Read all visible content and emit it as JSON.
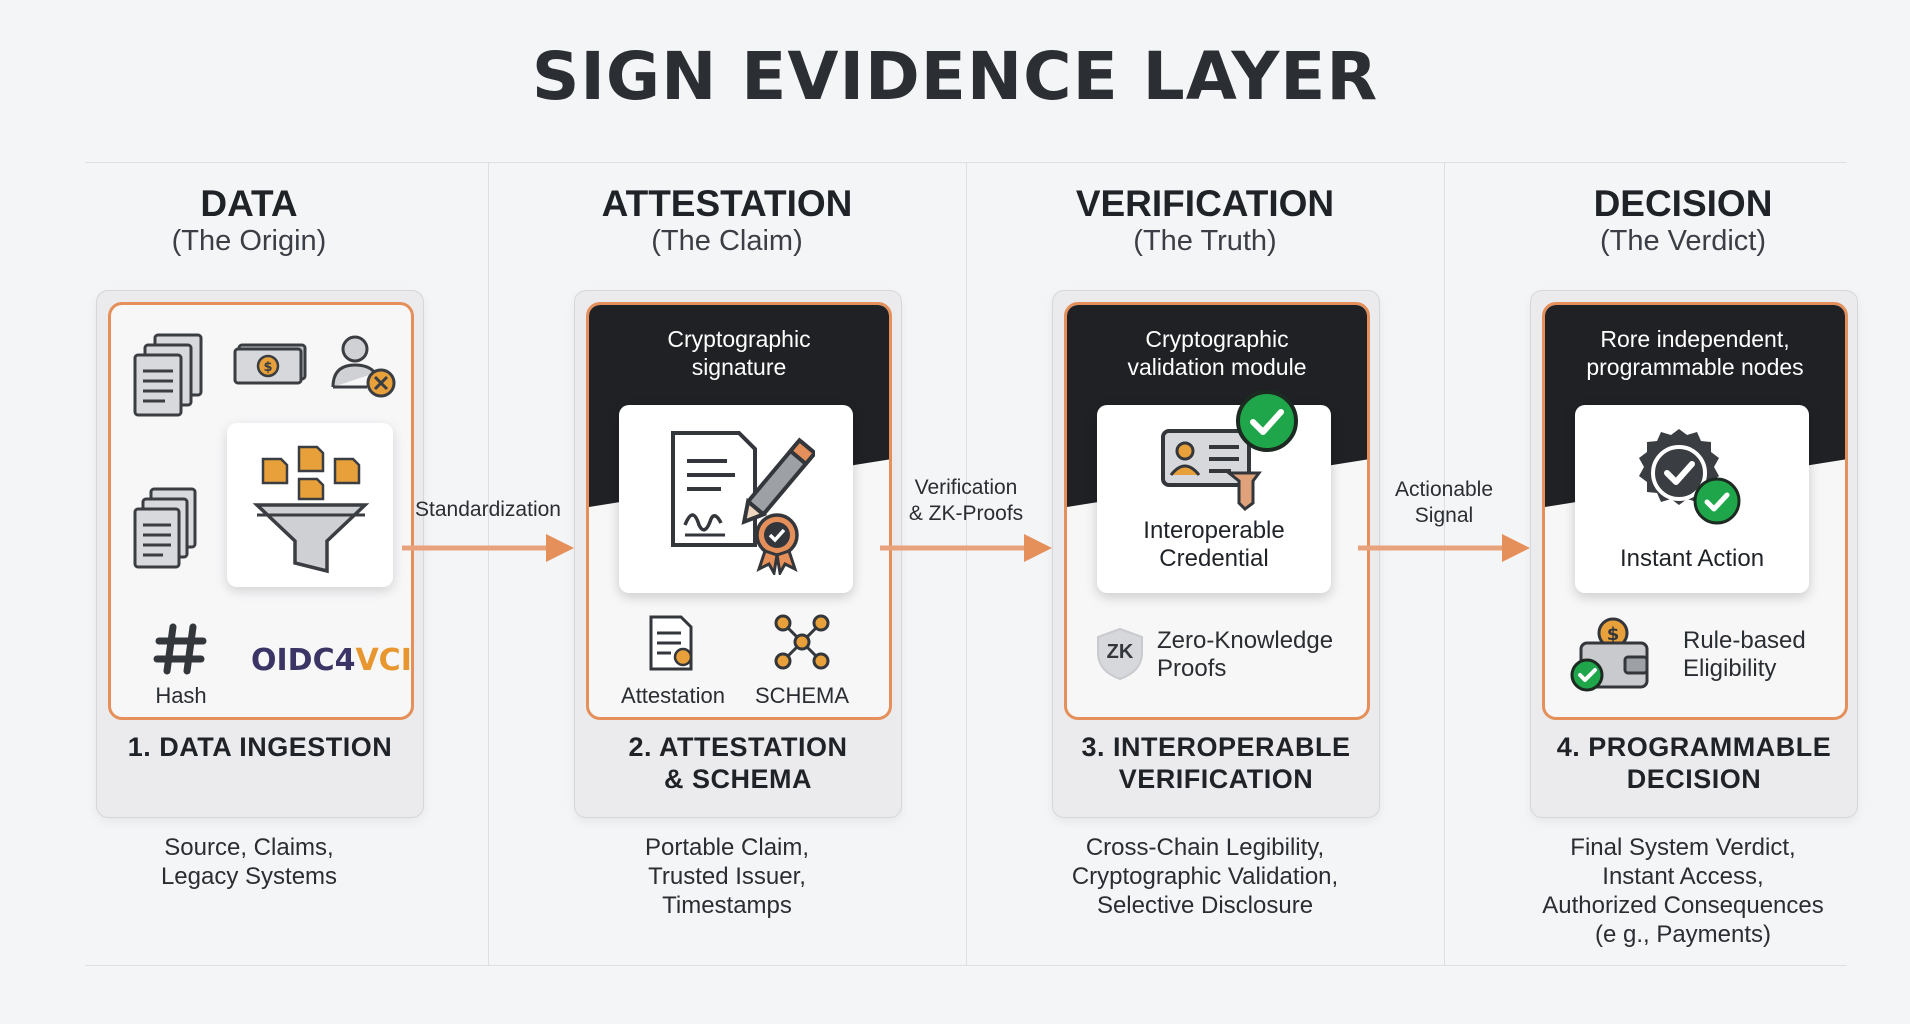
{
  "title": "SIGN EVIDENCE LAYER",
  "columns": [
    {
      "title": "DATA",
      "subtitle": "(The Origin)",
      "label_line1": "1. DATA INGESTION",
      "desc": [
        "Source, Claims,",
        "Legacy Systems"
      ],
      "items": {
        "hash": "Hash",
        "oidc_prefix": "OIDC4",
        "oidc_suffix": "VCI"
      }
    },
    {
      "title": "ATTESTATION",
      "subtitle": "(The Claim)",
      "header": [
        "Cryptographic",
        "signature"
      ],
      "label_line1": "2. ATTESTATION",
      "label_line2": "& SCHEMA",
      "desc": [
        "Portable Claim,",
        "Trusted Issuer,",
        "Timestamps"
      ],
      "items": {
        "attestation": "Attestation",
        "schema": "SCHEMA"
      }
    },
    {
      "title": "VERIFICATION",
      "subtitle": "(The Truth)",
      "header": [
        "Cryptographic",
        "validation module"
      ],
      "box_text": [
        "Interoperable",
        "Credential"
      ],
      "label_line1": "3. INTEROPERABLE",
      "label_line2": "VERIFICATION",
      "desc": [
        "Cross-Chain Legibility,",
        "Cryptographic Validation,",
        "Selective Disclosure"
      ],
      "items": {
        "zk_badge": "ZK",
        "zk_text": [
          "Zero-Knowledge",
          "Proofs"
        ]
      }
    },
    {
      "title": "DECISION",
      "subtitle": "(The Verdict)",
      "header": [
        "Rore independent,",
        "programmable nodes"
      ],
      "box_text": [
        "Instant Action"
      ],
      "label_line1": "4. PROGRAMMABLE",
      "label_line2": "DECISION",
      "desc": [
        "Final System Verdict,",
        "Instant Access,",
        "Authorized Consequences",
        "(e g., Payments)"
      ],
      "items": {
        "rule": [
          "Rule-based",
          "Eligibility"
        ]
      }
    }
  ],
  "arrows": [
    {
      "label": [
        "Standardization"
      ]
    },
    {
      "label": [
        "Verification",
        "& ZK-Proofs"
      ]
    },
    {
      "label": [
        "Actionable",
        "Signal"
      ]
    }
  ],
  "colors": {
    "accent": "#e58f5a",
    "dark": "#1f2124",
    "green": "#1fa64a",
    "oidc_dark": "#3b3566",
    "oidc_accent": "#e8962f"
  }
}
